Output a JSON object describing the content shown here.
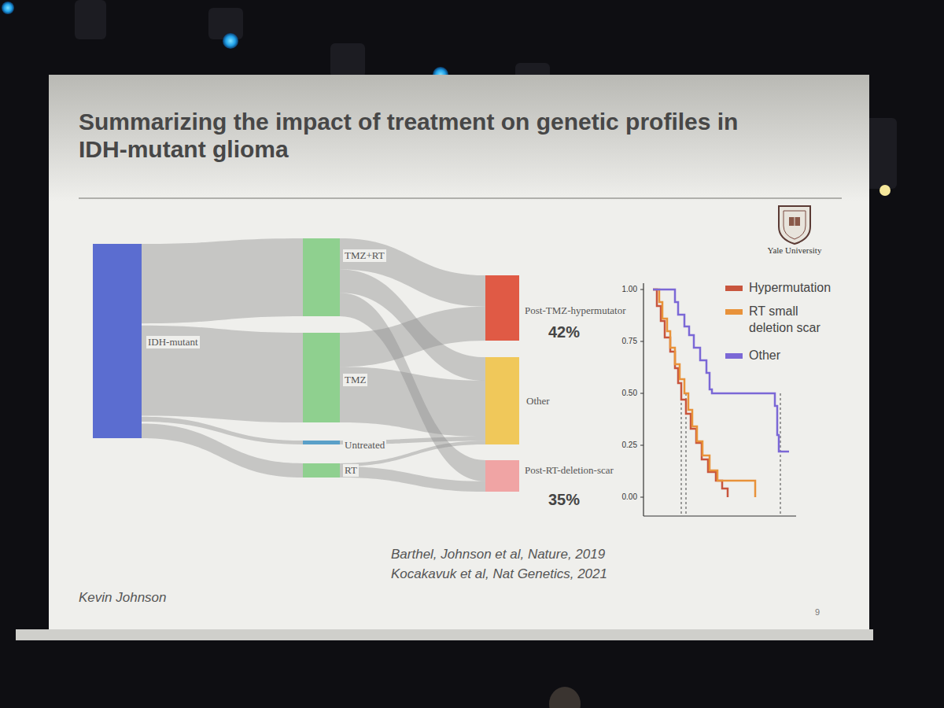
{
  "diagram": {
    "title": "Summarizing the impact of treatment on genetic profiles in IDH-mutant glioma",
    "nodes": [
      {
        "text": [
          "IDH-mutant"
        ]
      },
      {
        "text": [
          "TMZ+RT"
        ]
      },
      {
        "text": [
          "TMZ"
        ]
      },
      {
        "text": [
          "Untreated"
        ]
      },
      {
        "text": [
          "RT"
        ]
      },
      {
        "text": [
          "Post-TMZ-hypermutator",
          "42%"
        ]
      },
      {
        "text": [
          "Other"
        ]
      },
      {
        "text": [
          "Post-RT-deletion-scar",
          "35%"
        ]
      }
    ],
    "edges": [
      {
        "from": 0,
        "to": 1,
        "arrow": "none"
      },
      {
        "from": 0,
        "to": 2,
        "arrow": "none"
      },
      {
        "from": 0,
        "to": 3,
        "arrow": "none"
      },
      {
        "from": 0,
        "to": 4,
        "arrow": "none"
      },
      {
        "from": 1,
        "to": 5,
        "arrow": "none"
      },
      {
        "from": 1,
        "to": 6,
        "arrow": "none"
      },
      {
        "from": 1,
        "to": 7,
        "arrow": "none"
      },
      {
        "from": 2,
        "to": 5,
        "arrow": "none"
      },
      {
        "from": 2,
        "to": 6,
        "arrow": "none"
      },
      {
        "from": 3,
        "to": 6,
        "arrow": "none"
      },
      {
        "from": 4,
        "to": 6,
        "arrow": "none"
      },
      {
        "from": 4,
        "to": 7,
        "arrow": "none"
      }
    ],
    "labels": [
      "Yale University",
      "Barthel, Johnson et al, Nature, 2019",
      "Kocakavuk et al, Nat Genetics, 2021",
      "Kevin Johnson",
      "9",
      "1.00",
      "0.75",
      "0.50",
      "0.25",
      "0.00"
    ],
    "legend": [
      {
        "text": "Hypermutation",
        "color": "#c8553d"
      },
      {
        "text": "RT small deletion scar",
        "color": "#e8923a"
      },
      {
        "text": "Other",
        "color": "#7b68d6"
      }
    ]
  }
}
